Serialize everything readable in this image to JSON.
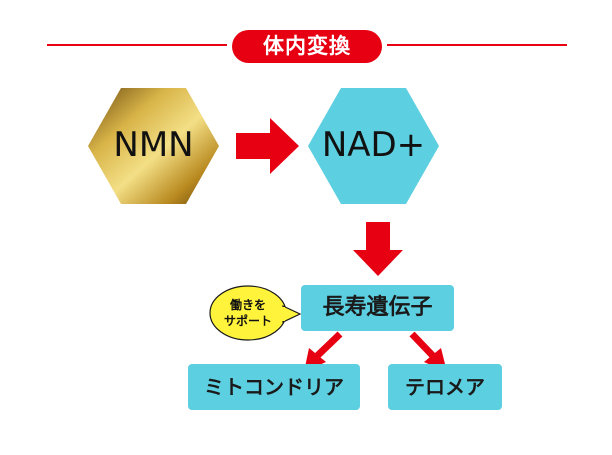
{
  "title": "体内変換",
  "nodes": {
    "nmn": "NMN",
    "nad": "NAD+",
    "longevity_gene": "長寿遺伝子",
    "mitochondria": "ミトコンドリア",
    "telomere": "テロメア"
  },
  "callout": {
    "line1": "働きを",
    "line2": "サポート"
  },
  "colors": {
    "accent_red": "#e60012",
    "box_cyan": "#5ccfe0",
    "gold": "#c9a227"
  }
}
